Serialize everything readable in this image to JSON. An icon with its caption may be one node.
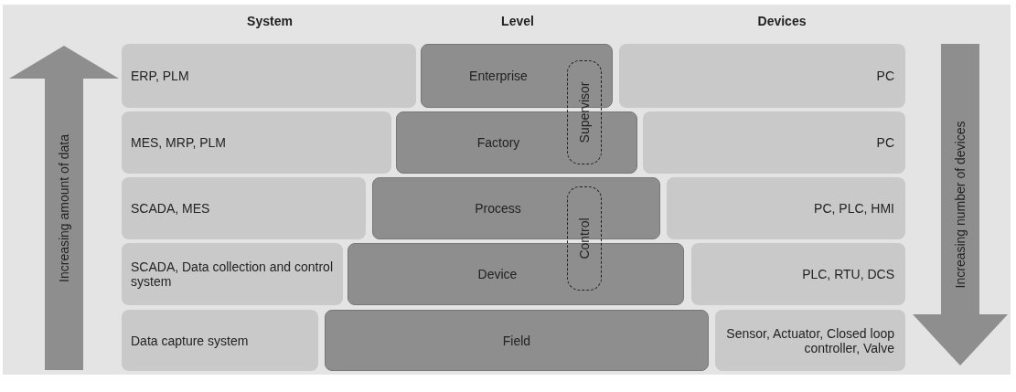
{
  "diagram": {
    "nodes": [
      {
        "text": [
          "ERP, PLM"
        ]
      },
      {
        "text": [
          "Enterprise"
        ]
      },
      {
        "text": [
          "PC"
        ]
      },
      {
        "text": [
          "MES, MRP, PLM"
        ]
      },
      {
        "text": [
          "Factory"
        ]
      },
      {
        "text": [
          "PC"
        ]
      },
      {
        "text": [
          "SCADA, MES"
        ]
      },
      {
        "text": [
          "Process"
        ]
      },
      {
        "text": [
          "PC, PLC, HMI"
        ]
      },
      {
        "text": [
          "SCADA, Data collection and control system"
        ]
      },
      {
        "text": [
          "Device"
        ]
      },
      {
        "text": [
          "PLC, RTU, DCS"
        ]
      },
      {
        "text": [
          "Data capture system"
        ]
      },
      {
        "text": [
          "Field"
        ]
      },
      {
        "text": [
          "Sensor, Actuator, Closed loop controller, Valve"
        ]
      },
      {
        "text": [
          "Supervisor"
        ]
      },
      {
        "text": [
          "Control"
        ]
      },
      {
        "text": [
          "Increasing amount of data"
        ]
      },
      {
        "text": [
          "Increasing number of devices"
        ]
      }
    ],
    "labels": [
      "System",
      "Level",
      "Devices"
    ]
  }
}
